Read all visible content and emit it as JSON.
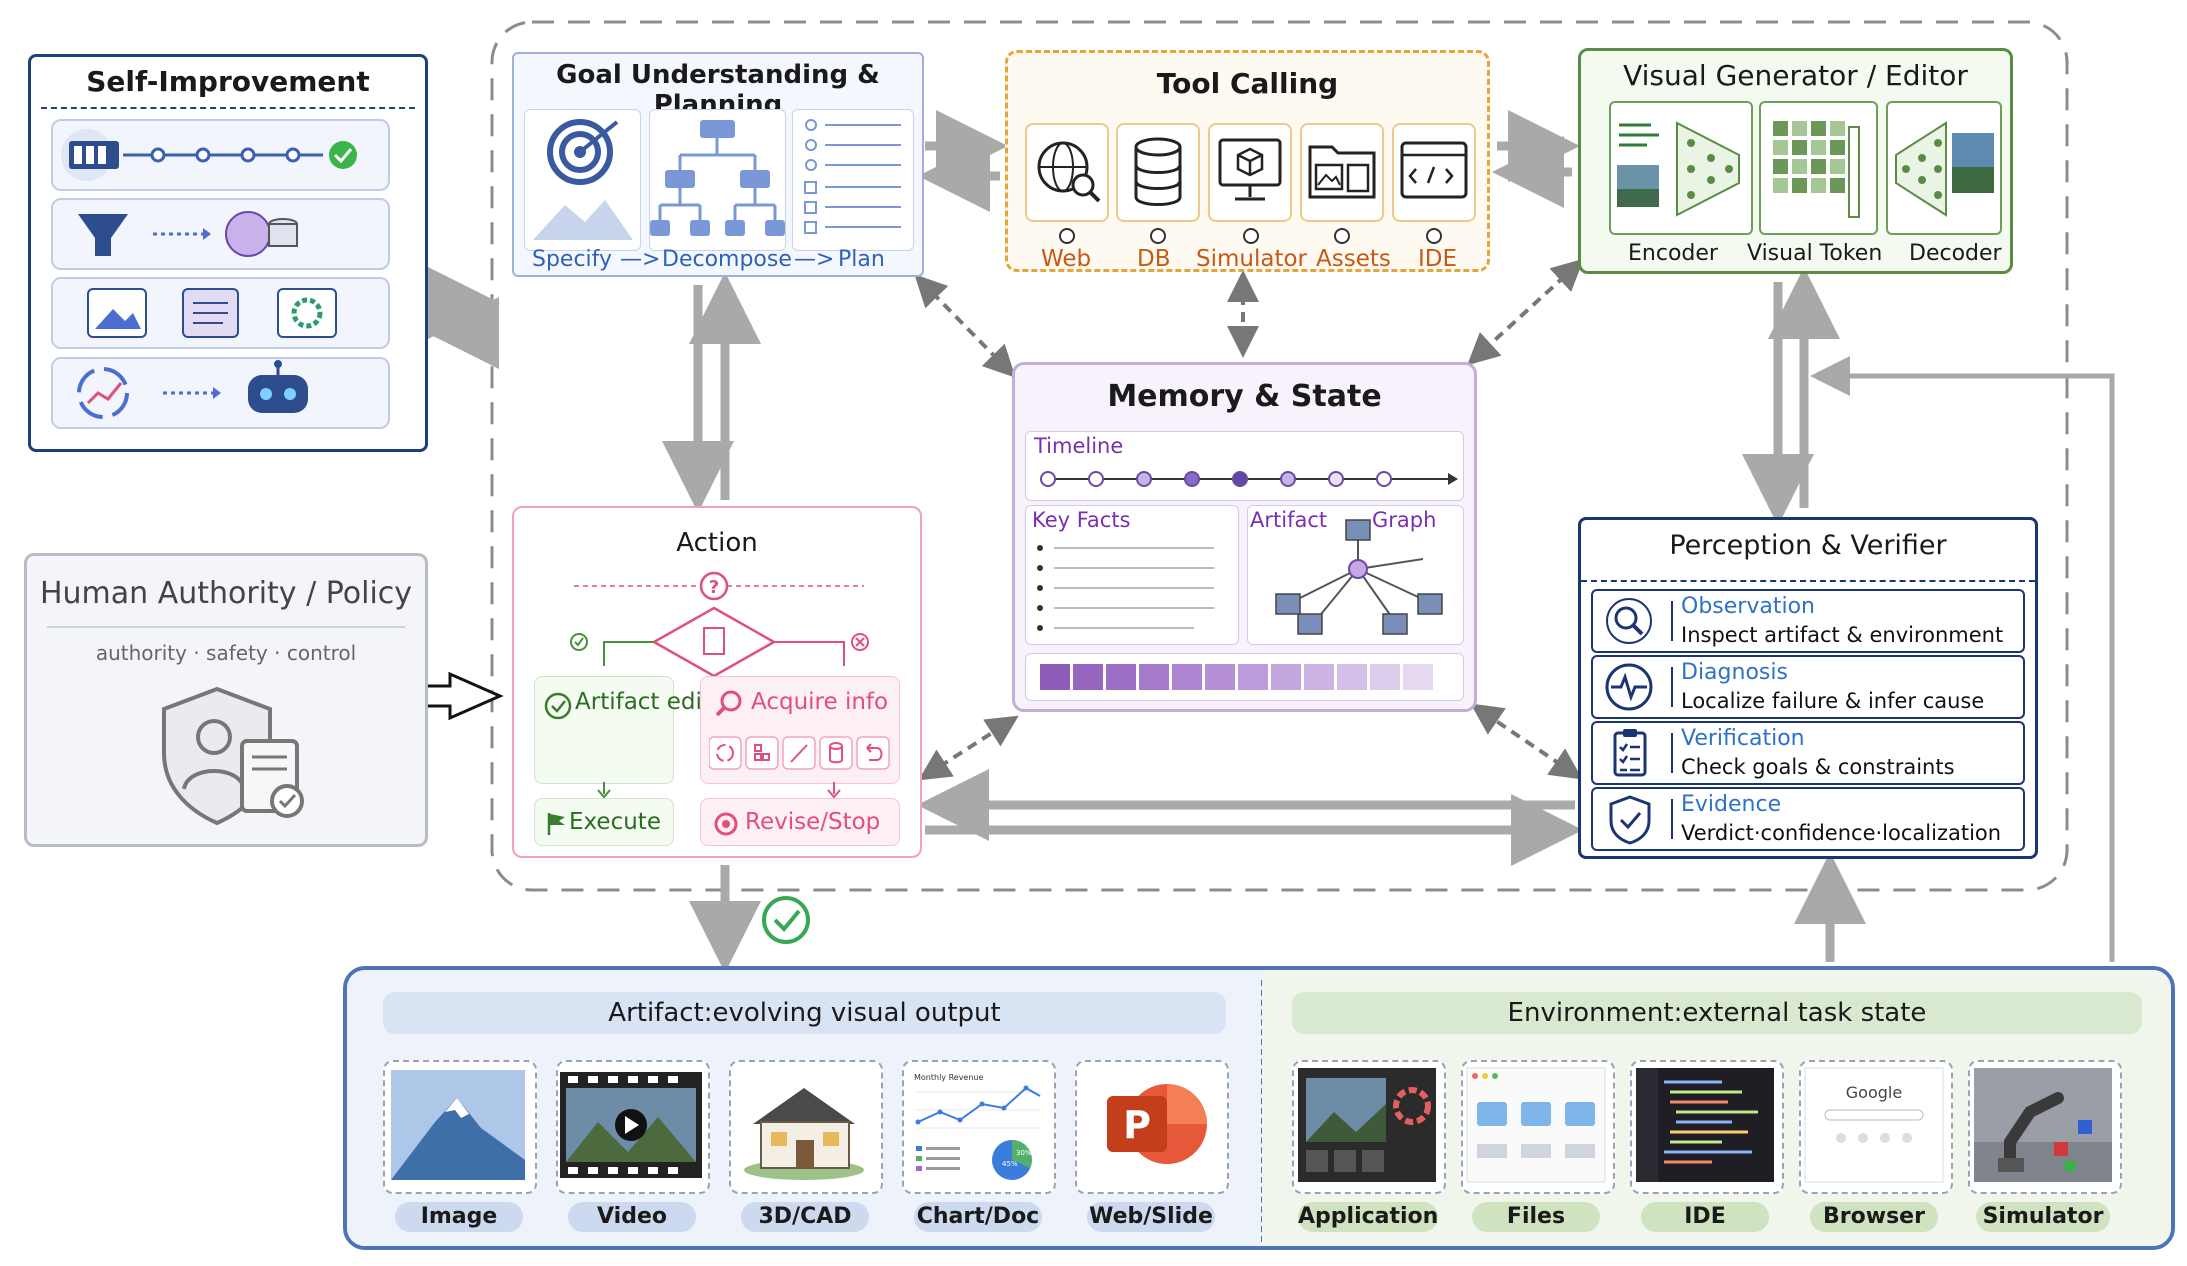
{
  "self": {
    "title": "Self-Improvement"
  },
  "human": {
    "title": "Human Authority / Policy",
    "subtitle": "authority · safety · control"
  },
  "goal": {
    "title": "Goal Understanding & Planning",
    "steps": [
      "Specify",
      "—>",
      "Decompose",
      "—>",
      "Plan"
    ]
  },
  "tools": {
    "title": "Tool Calling",
    "items": [
      "Web",
      "DB",
      "Simulator",
      "Assets",
      "IDE"
    ]
  },
  "visual": {
    "title": "Visual Generator / Editor",
    "parts": [
      "Encoder",
      "Visual Token",
      "Decoder"
    ]
  },
  "memory": {
    "title": "Memory & State",
    "timeline": "Timeline",
    "key_facts": "Key Facts",
    "artifact": "Artifact",
    "graph": "Graph"
  },
  "action": {
    "title": "Action",
    "artifact_edit": "Artifact edit",
    "acquire_info": "Acquire info",
    "execute": "Execute",
    "revise_stop": "Revise/Stop"
  },
  "perception": {
    "title": "Perception & Verifier",
    "rows": [
      {
        "name": "Observation",
        "desc": "Inspect artifact & environment",
        "icon": "magnifier-icon"
      },
      {
        "name": "Diagnosis",
        "desc": "Localize failure & infer cause",
        "icon": "heartbeat-icon"
      },
      {
        "name": "Verification",
        "desc": "Check goals & constraints",
        "icon": "checklist-icon"
      },
      {
        "name": "Evidence",
        "desc": "Verdict·confidence·localization",
        "icon": "shield-check-icon"
      }
    ]
  },
  "artifact_panel": {
    "title": "Artifact:evolving visual output",
    "items": [
      "Image",
      "Video",
      "3D/CAD",
      "Chart/Doc",
      "Web/Slide"
    ]
  },
  "env_panel": {
    "title": "Environment:external task state",
    "items": [
      "Application",
      "Files",
      "IDE",
      "Browser",
      "Simulator"
    ]
  },
  "thumb_text": {
    "chart_title": "Monthly Revenue",
    "browser_logo": "Google",
    "chart_pct_a": "45%",
    "chart_pct_b": "30%",
    "slide_letter": "P"
  },
  "colors": {
    "navy": "#1f3f7a",
    "orange": "#c45a16",
    "green": "#5b8c46",
    "purple": "#7a2fb0",
    "pink": "#e0507a",
    "blue": "#2e72c7",
    "arrow_gray": "#a9a9a9"
  }
}
